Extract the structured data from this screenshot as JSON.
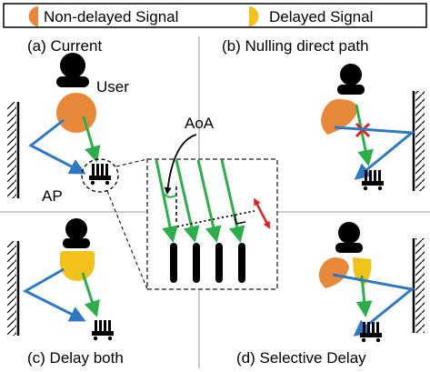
{
  "legend": {
    "non_delayed": "Non-delayed Signal",
    "delayed": "Delayed Signal"
  },
  "colors": {
    "non_delayed": "#E8893A",
    "delayed": "#F2C21A",
    "direct_path": "#2CAF4A",
    "reflection_path": "#2F78C4",
    "block_mark": "#E02020",
    "delta_mark": "#E02020"
  },
  "panels": {
    "a": {
      "caption": "(a) Current",
      "user_label": "User",
      "ap_label": "AP"
    },
    "b": {
      "caption": "(b) Nulling direct path"
    },
    "c": {
      "caption": "(c) Delay both"
    },
    "d": {
      "caption": "(d) Selective Delay"
    }
  },
  "inset": {
    "aoa_label": "AoA"
  },
  "icons": [
    "person-icon",
    "wall-icon",
    "router-icon",
    "antenna-array-icon",
    "block-x-icon"
  ]
}
